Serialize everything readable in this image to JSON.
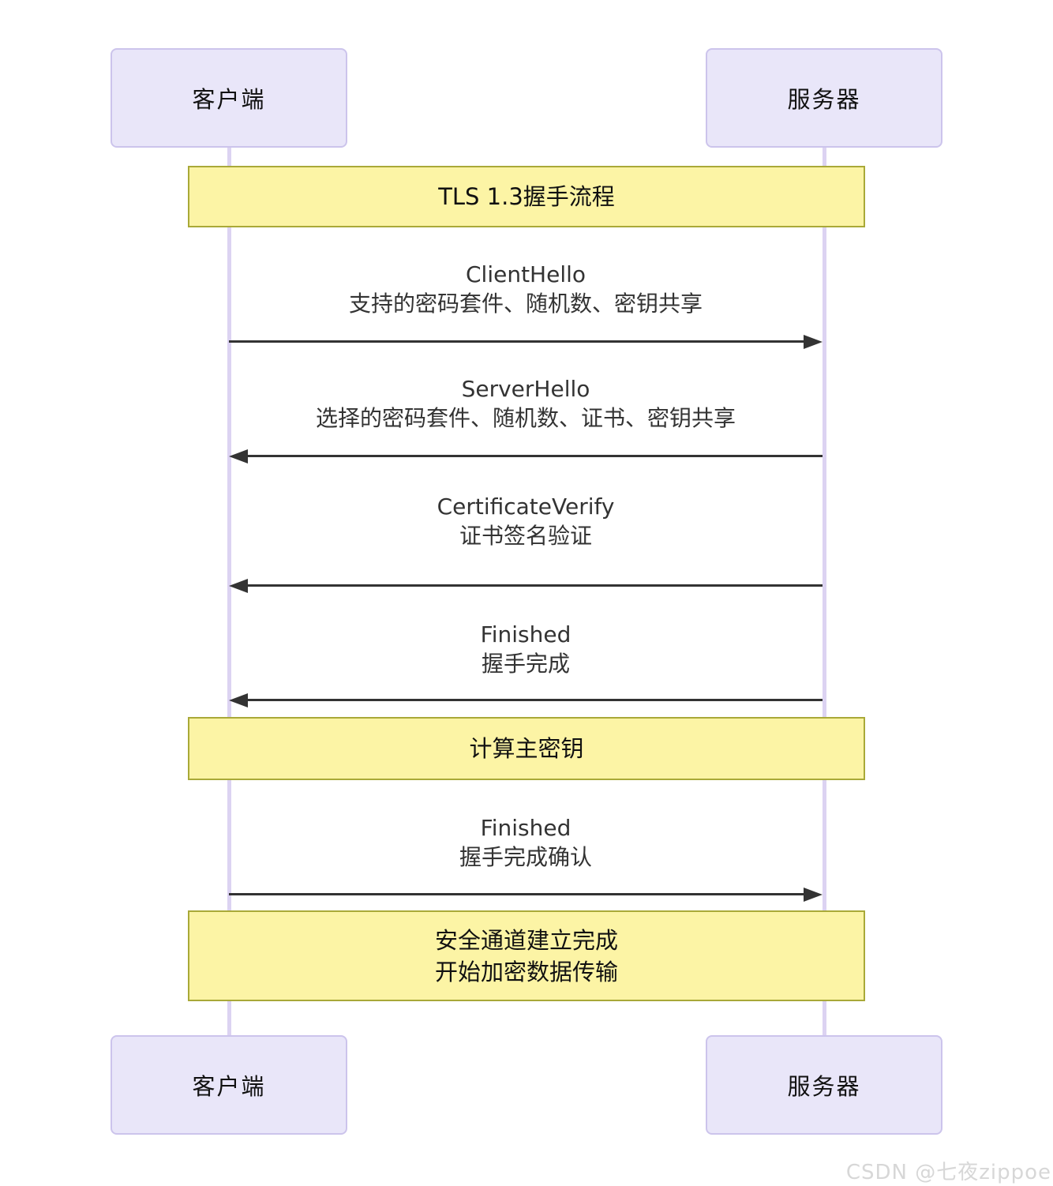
{
  "diagram": {
    "type": "sequence",
    "actors": {
      "client": "客户端",
      "server": "服务器"
    },
    "notes": [
      {
        "text": "TLS 1.3握手流程"
      },
      {
        "text": "计算主密钥"
      },
      {
        "lines": [
          "安全通道建立完成",
          "开始加密数据传输"
        ]
      }
    ],
    "messages": [
      {
        "title": "ClientHello",
        "desc": "支持的密码套件、随机数、密钥共享",
        "direction": "right"
      },
      {
        "title": "ServerHello",
        "desc": "选择的密码套件、随机数、证书、密钥共享",
        "direction": "left"
      },
      {
        "title": "CertificateVerify",
        "desc": "证书签名验证",
        "direction": "left"
      },
      {
        "title": "Finished",
        "desc": "握手完成",
        "direction": "left"
      },
      {
        "title": "Finished",
        "desc": "握手完成确认",
        "direction": "right"
      }
    ],
    "colors": {
      "actor_fill": "#e9e6f9",
      "actor_border": "#ccc4ec",
      "lifeline": "#dcd3f2",
      "note_fill": "#fcf4a5",
      "note_border": "#a9a938",
      "arrow": "#333333",
      "text": "#333333",
      "watermark": "#d7d7d7"
    },
    "watermark": "CSDN @七夜zippoe"
  }
}
